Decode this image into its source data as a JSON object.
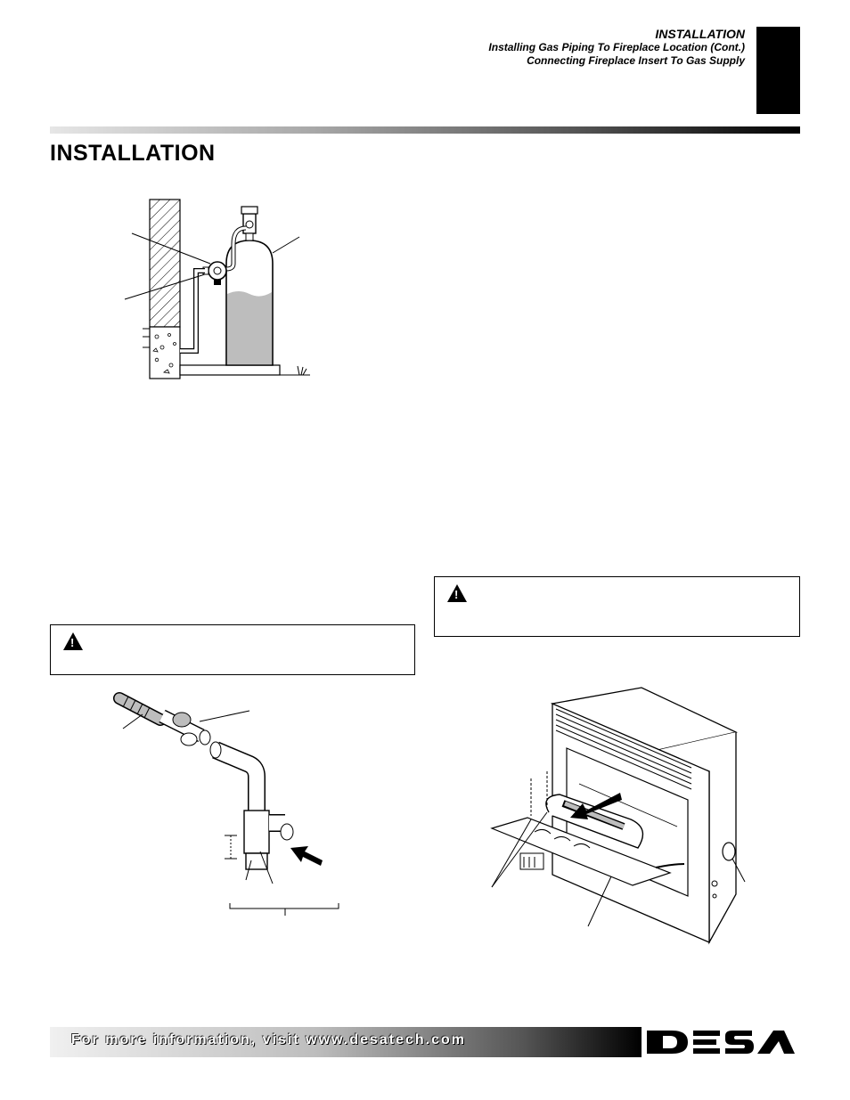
{
  "header": {
    "section": "INSTALLATION",
    "line1": "Installing Gas Piping To Fireplace Location (Cont.)",
    "line2": "Connecting Fireplace Insert To Gas Supply"
  },
  "page_title": "INSTALLATION",
  "footer": {
    "text": "For more information, visit www.desatech.com",
    "logo": "DESA"
  },
  "icons": {
    "warning": "warning-triangle-icon"
  },
  "colors": {
    "band_dark": "#000000",
    "band_light": "#e6e6e6",
    "tank_fill": "#bdbdbd"
  }
}
